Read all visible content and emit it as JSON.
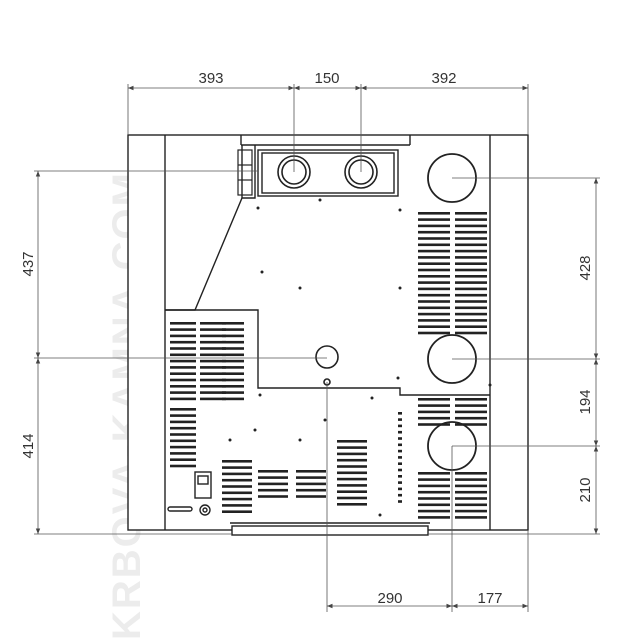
{
  "watermark": {
    "text": "KRBOVA-KAMNA.COM"
  },
  "dimensions": {
    "top_left": "393",
    "top_middle": "150",
    "top_right": "392",
    "left_upper": "437",
    "left_lower": "414",
    "right_upper": "428",
    "right_middle": "194",
    "right_lower": "210",
    "bottom_left": "290",
    "bottom_right": "177"
  },
  "colors": {
    "line": "#222222",
    "dim_line": "#555555",
    "text": "#333333",
    "watermark": "#ececec"
  }
}
